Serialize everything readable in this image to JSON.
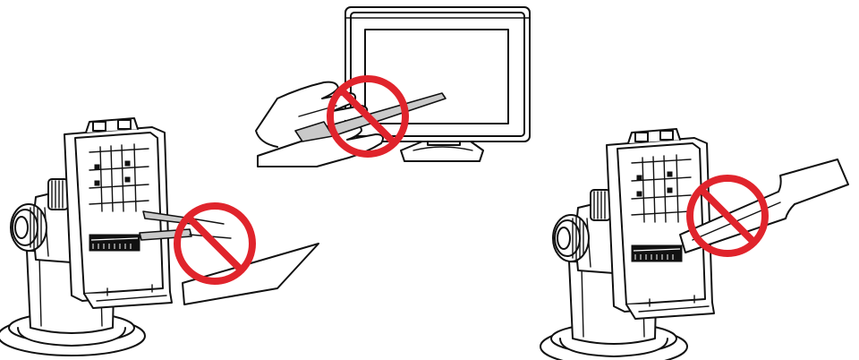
{
  "figure": {
    "panels": [
      {
        "id": "monitor-panel",
        "shows": "screen",
        "prohibited": true
      },
      {
        "id": "holder-left-panel",
        "shows": "holder",
        "prohibited": true
      },
      {
        "id": "holder-right-panel",
        "shows": "holder",
        "prohibited": true
      }
    ],
    "colors": {
      "prohibition": "#e0242c",
      "line": "#111111",
      "tool_fill": "#c9c9c9",
      "background": "#ffffff"
    },
    "icons": [
      "no-symbol-icon",
      "monitor-icon",
      "hand-icon",
      "pen-tool-icon",
      "device-holder-icon",
      "key-tool-icon",
      "tweezers-tool-icon"
    ]
  }
}
